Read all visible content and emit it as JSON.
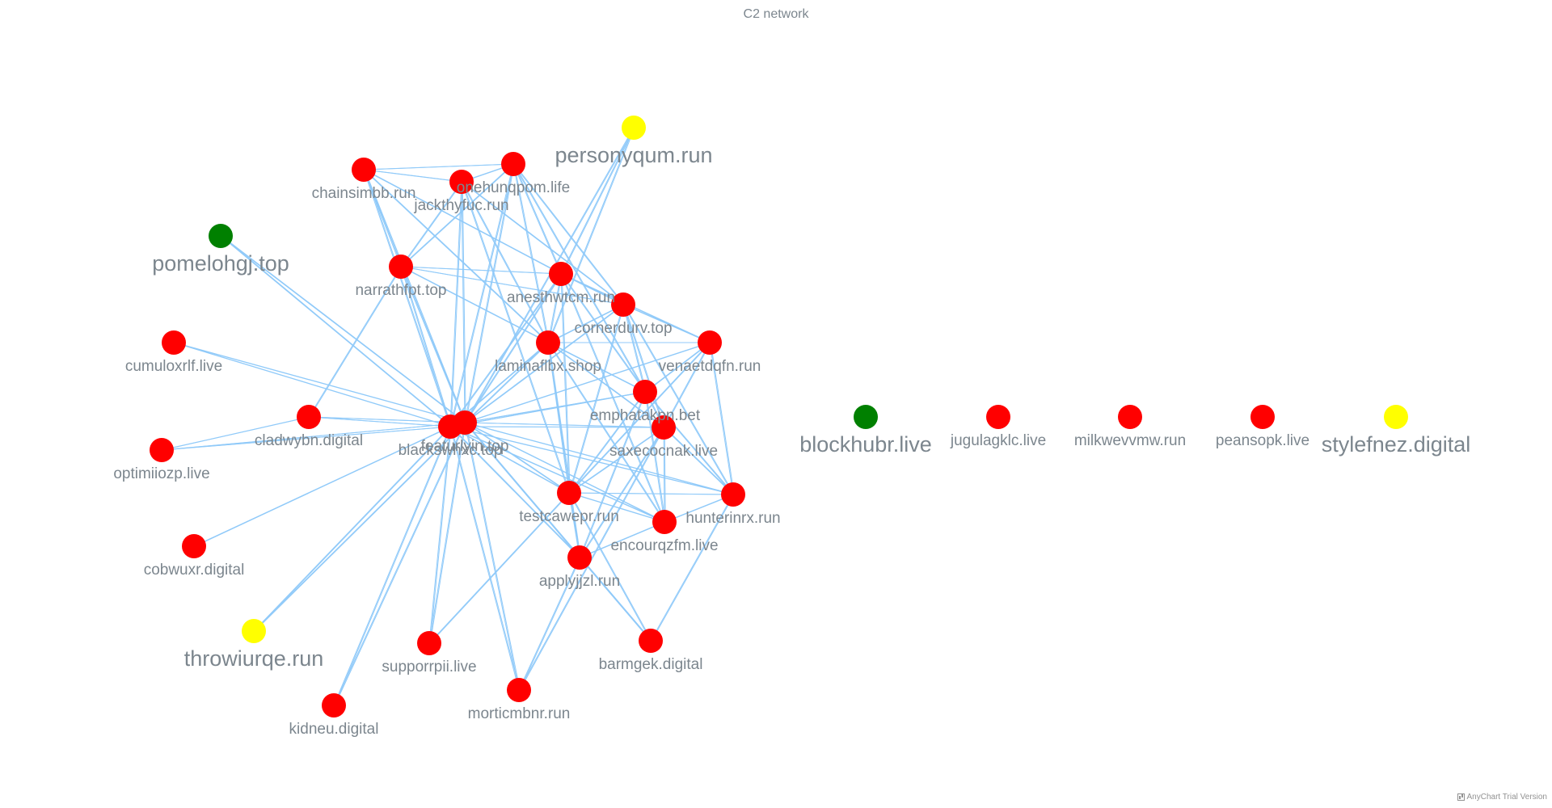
{
  "title": "C2 network",
  "credits": "AnyChart Trial Version",
  "colors": {
    "edge": "#90caf9",
    "label": "#7c868e",
    "red": "#ff0000",
    "yellow": "#ffff00",
    "green": "#008000"
  },
  "nodes": [
    {
      "id": "featurlyin.top",
      "color": "red",
      "size": "normal"
    },
    {
      "id": "blackswhxc.top",
      "color": "red",
      "size": "normal"
    },
    {
      "id": "chainsimbb.run",
      "color": "red",
      "size": "normal"
    },
    {
      "id": "onehunqpom.life",
      "color": "red",
      "size": "normal"
    },
    {
      "id": "jackthyfuc.run",
      "color": "red",
      "size": "normal"
    },
    {
      "id": "personyqum.run",
      "color": "yellow",
      "size": "large"
    },
    {
      "id": "pomelohgj.top",
      "color": "green",
      "size": "large"
    },
    {
      "id": "narrathfpt.top",
      "color": "red",
      "size": "normal"
    },
    {
      "id": "anesthwtcm.run",
      "color": "red",
      "size": "normal"
    },
    {
      "id": "cornerdurv.top",
      "color": "red",
      "size": "normal"
    },
    {
      "id": "cumuloxrlf.live",
      "color": "red",
      "size": "normal"
    },
    {
      "id": "laminaflbx.shop",
      "color": "red",
      "size": "normal"
    },
    {
      "id": "venaetdqfn.run",
      "color": "red",
      "size": "normal"
    },
    {
      "id": "emphatakpn.bet",
      "color": "red",
      "size": "normal"
    },
    {
      "id": "cladwybn.digital",
      "color": "red",
      "size": "normal"
    },
    {
      "id": "saxecocnak.live",
      "color": "red",
      "size": "normal"
    },
    {
      "id": "optimiiozp.live",
      "color": "red",
      "size": "normal"
    },
    {
      "id": "testcawepr.run",
      "color": "red",
      "size": "normal"
    },
    {
      "id": "hunterinrx.run",
      "color": "red",
      "size": "normal"
    },
    {
      "id": "encourqzfm.live",
      "color": "red",
      "size": "normal"
    },
    {
      "id": "cobwuxr.digital",
      "color": "red",
      "size": "normal"
    },
    {
      "id": "applyjjzl.run",
      "color": "red",
      "size": "normal"
    },
    {
      "id": "throwiurqe.run",
      "color": "yellow",
      "size": "large"
    },
    {
      "id": "supporrpii.live",
      "color": "red",
      "size": "normal"
    },
    {
      "id": "barmgek.digital",
      "color": "red",
      "size": "normal"
    },
    {
      "id": "morticmbnr.run",
      "color": "red",
      "size": "normal"
    },
    {
      "id": "kidneu.digital",
      "color": "red",
      "size": "normal"
    },
    {
      "id": "blockhubr.live",
      "color": "green",
      "size": "large"
    },
    {
      "id": "jugulagklc.live",
      "color": "red",
      "size": "normal"
    },
    {
      "id": "milkwevvmw.run",
      "color": "red",
      "size": "normal"
    },
    {
      "id": "peansopk.live",
      "color": "red",
      "size": "normal"
    },
    {
      "id": "stylefnez.digital",
      "color": "yellow",
      "size": "large"
    }
  ],
  "edges": [
    [
      "featurlyin.top",
      "chainsimbb.run"
    ],
    [
      "featurlyin.top",
      "onehunqpom.life"
    ],
    [
      "featurlyin.top",
      "jackthyfuc.run"
    ],
    [
      "featurlyin.top",
      "personyqum.run"
    ],
    [
      "featurlyin.top",
      "pomelohgj.top"
    ],
    [
      "featurlyin.top",
      "narrathfpt.top"
    ],
    [
      "featurlyin.top",
      "anesthwtcm.run"
    ],
    [
      "featurlyin.top",
      "cornerdurv.top"
    ],
    [
      "featurlyin.top",
      "cumuloxrlf.live"
    ],
    [
      "featurlyin.top",
      "laminaflbx.shop"
    ],
    [
      "featurlyin.top",
      "venaetdqfn.run"
    ],
    [
      "featurlyin.top",
      "emphatakpn.bet"
    ],
    [
      "featurlyin.top",
      "cladwybn.digital"
    ],
    [
      "featurlyin.top",
      "saxecocnak.live"
    ],
    [
      "featurlyin.top",
      "optimiiozp.live"
    ],
    [
      "featurlyin.top",
      "testcawepr.run"
    ],
    [
      "featurlyin.top",
      "hunterinrx.run"
    ],
    [
      "featurlyin.top",
      "encourqzfm.live"
    ],
    [
      "featurlyin.top",
      "applyjjzl.run"
    ],
    [
      "featurlyin.top",
      "throwiurqe.run"
    ],
    [
      "featurlyin.top",
      "supporrpii.live"
    ],
    [
      "featurlyin.top",
      "barmgek.digital"
    ],
    [
      "featurlyin.top",
      "morticmbnr.run"
    ],
    [
      "featurlyin.top",
      "kidneu.digital"
    ],
    [
      "blackswhxc.top",
      "chainsimbb.run"
    ],
    [
      "blackswhxc.top",
      "onehunqpom.life"
    ],
    [
      "blackswhxc.top",
      "jackthyfuc.run"
    ],
    [
      "blackswhxc.top",
      "pomelohgj.top"
    ],
    [
      "blackswhxc.top",
      "narrathfpt.top"
    ],
    [
      "blackswhxc.top",
      "anesthwtcm.run"
    ],
    [
      "blackswhxc.top",
      "cumuloxrlf.live"
    ],
    [
      "blackswhxc.top",
      "laminaflbx.shop"
    ],
    [
      "blackswhxc.top",
      "emphatakpn.bet"
    ],
    [
      "blackswhxc.top",
      "cladwybn.digital"
    ],
    [
      "blackswhxc.top",
      "optimiiozp.live"
    ],
    [
      "blackswhxc.top",
      "testcawepr.run"
    ],
    [
      "blackswhxc.top",
      "hunterinrx.run"
    ],
    [
      "blackswhxc.top",
      "encourqzfm.live"
    ],
    [
      "blackswhxc.top",
      "cobwuxr.digital"
    ],
    [
      "blackswhxc.top",
      "applyjjzl.run"
    ],
    [
      "blackswhxc.top",
      "throwiurqe.run"
    ],
    [
      "blackswhxc.top",
      "supporrpii.live"
    ],
    [
      "blackswhxc.top",
      "morticmbnr.run"
    ],
    [
      "blackswhxc.top",
      "kidneu.digital"
    ],
    [
      "blackswhxc.top",
      "saxecocnak.live"
    ],
    [
      "chainsimbb.run",
      "onehunqpom.life"
    ],
    [
      "chainsimbb.run",
      "jackthyfuc.run"
    ],
    [
      "chainsimbb.run",
      "narrathfpt.top"
    ],
    [
      "chainsimbb.run",
      "anesthwtcm.run"
    ],
    [
      "chainsimbb.run",
      "laminaflbx.shop"
    ],
    [
      "onehunqpom.life",
      "jackthyfuc.run"
    ],
    [
      "onehunqpom.life",
      "narrathfpt.top"
    ],
    [
      "onehunqpom.life",
      "anesthwtcm.run"
    ],
    [
      "onehunqpom.life",
      "laminaflbx.shop"
    ],
    [
      "onehunqpom.life",
      "cornerdurv.top"
    ],
    [
      "onehunqpom.life",
      "emphatakpn.bet"
    ],
    [
      "jackthyfuc.run",
      "narrathfpt.top"
    ],
    [
      "jackthyfuc.run",
      "laminaflbx.shop"
    ],
    [
      "jackthyfuc.run",
      "cornerdurv.top"
    ],
    [
      "jackthyfuc.run",
      "testcawepr.run"
    ],
    [
      "personyqum.run",
      "anesthwtcm.run"
    ],
    [
      "personyqum.run",
      "laminaflbx.shop"
    ],
    [
      "narrathfpt.top",
      "anesthwtcm.run"
    ],
    [
      "narrathfpt.top",
      "cornerdurv.top"
    ],
    [
      "narrathfpt.top",
      "laminaflbx.shop"
    ],
    [
      "narrathfpt.top",
      "cladwybn.digital"
    ],
    [
      "anesthwtcm.run",
      "cornerdurv.top"
    ],
    [
      "anesthwtcm.run",
      "laminaflbx.shop"
    ],
    [
      "anesthwtcm.run",
      "emphatakpn.bet"
    ],
    [
      "anesthwtcm.run",
      "testcawepr.run"
    ],
    [
      "anesthwtcm.run",
      "encourqzfm.live"
    ],
    [
      "anesthwtcm.run",
      "venaetdqfn.run"
    ],
    [
      "cornerdurv.top",
      "laminaflbx.shop"
    ],
    [
      "cornerdurv.top",
      "venaetdqfn.run"
    ],
    [
      "cornerdurv.top",
      "emphatakpn.bet"
    ],
    [
      "cornerdurv.top",
      "saxecocnak.live"
    ],
    [
      "cornerdurv.top",
      "testcawepr.run"
    ],
    [
      "cornerdurv.top",
      "hunterinrx.run"
    ],
    [
      "laminaflbx.shop",
      "venaetdqfn.run"
    ],
    [
      "laminaflbx.shop",
      "emphatakpn.bet"
    ],
    [
      "laminaflbx.shop",
      "saxecocnak.live"
    ],
    [
      "laminaflbx.shop",
      "testcawepr.run"
    ],
    [
      "laminaflbx.shop",
      "encourqzfm.live"
    ],
    [
      "laminaflbx.shop",
      "applyjjzl.run"
    ],
    [
      "venaetdqfn.run",
      "emphatakpn.bet"
    ],
    [
      "venaetdqfn.run",
      "saxecocnak.live"
    ],
    [
      "venaetdqfn.run",
      "testcawepr.run"
    ],
    [
      "venaetdqfn.run",
      "hunterinrx.run"
    ],
    [
      "emphatakpn.bet",
      "saxecocnak.live"
    ],
    [
      "emphatakpn.bet",
      "testcawepr.run"
    ],
    [
      "emphatakpn.bet",
      "encourqzfm.live"
    ],
    [
      "emphatakpn.bet",
      "applyjjzl.run"
    ],
    [
      "emphatakpn.bet",
      "hunterinrx.run"
    ],
    [
      "cladwybn.digital",
      "optimiiozp.live"
    ],
    [
      "saxecocnak.live",
      "testcawepr.run"
    ],
    [
      "saxecocnak.live",
      "hunterinrx.run"
    ],
    [
      "saxecocnak.live",
      "encourqzfm.live"
    ],
    [
      "saxecocnak.live",
      "applyjjzl.run"
    ],
    [
      "saxecocnak.live",
      "morticmbnr.run"
    ],
    [
      "testcawepr.run",
      "hunterinrx.run"
    ],
    [
      "testcawepr.run",
      "encourqzfm.live"
    ],
    [
      "testcawepr.run",
      "applyjjzl.run"
    ],
    [
      "testcawepr.run",
      "barmgek.digital"
    ],
    [
      "testcawepr.run",
      "supporrpii.live"
    ],
    [
      "hunterinrx.run",
      "encourqzfm.live"
    ],
    [
      "hunterinrx.run",
      "barmgek.digital"
    ],
    [
      "encourqzfm.live",
      "applyjjzl.run"
    ],
    [
      "applyjjzl.run",
      "morticmbnr.run"
    ],
    [
      "applyjjzl.run",
      "barmgek.digital"
    ]
  ]
}
